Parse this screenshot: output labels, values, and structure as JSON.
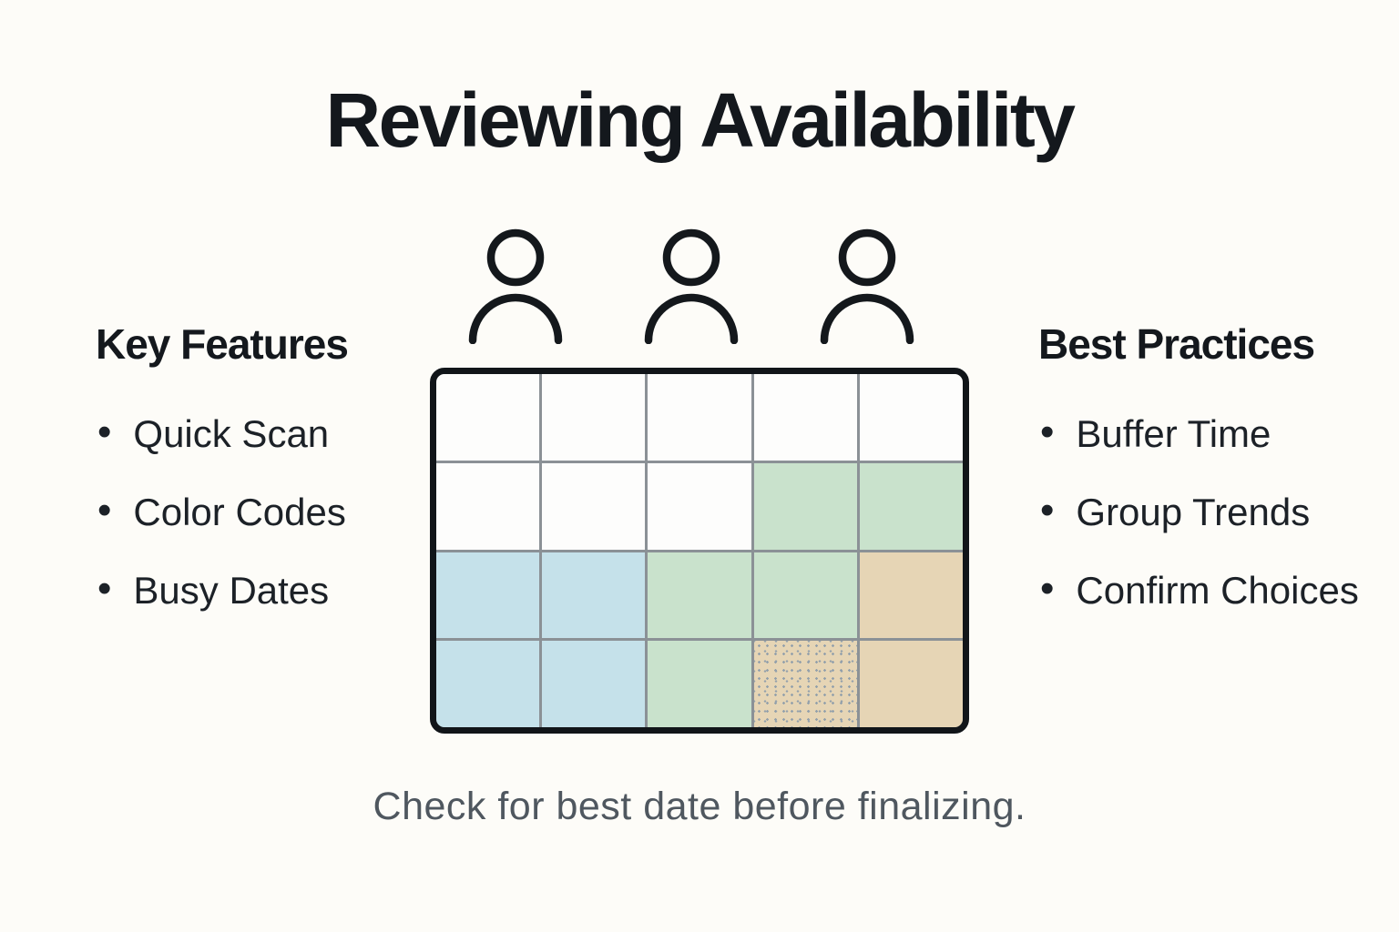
{
  "page": {
    "title": "Reviewing Availability",
    "caption": "Check for best date before finalizing.",
    "background_color": "#fdfcf8",
    "text_color": "#14181d",
    "caption_color": "#4f575f"
  },
  "people": {
    "icon": "person-icon",
    "count": 3,
    "color": "#14181c"
  },
  "features": {
    "heading": "Key Features",
    "items": [
      "Quick Scan",
      "Color Codes",
      "Busy Dates"
    ]
  },
  "practices": {
    "heading": "Best Practices",
    "items": [
      "Buffer Time",
      "Group Trends",
      "Confirm Choices"
    ]
  },
  "grid": {
    "columns": 5,
    "rows": 4,
    "border_color": "#111519",
    "line_color": "#8b9196",
    "palette": {
      "white": "#fdfdfc",
      "green": "#c9e2cc",
      "blue": "#c5e1ea",
      "tan": "#e6d5b5",
      "tan_dotted": "#e6d5b5"
    },
    "cells": [
      [
        "white",
        "white",
        "white",
        "white",
        "white"
      ],
      [
        "white",
        "white",
        "white",
        "green",
        "green"
      ],
      [
        "blue",
        "blue",
        "green",
        "green",
        "tan"
      ],
      [
        "blue",
        "blue",
        "green",
        "tan_dotted",
        "tan"
      ]
    ]
  }
}
